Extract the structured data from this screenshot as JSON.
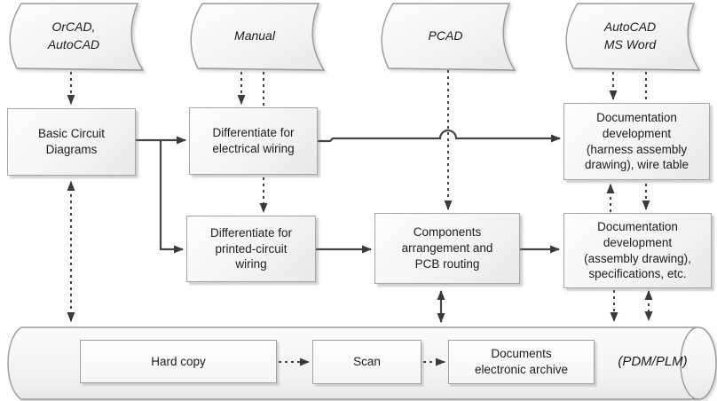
{
  "sources": [
    {
      "label": "OrCAD,\nAutoCAD"
    },
    {
      "label": "Manual"
    },
    {
      "label": "PCAD"
    },
    {
      "label": "AutoCAD\nMS Word"
    }
  ],
  "processes": {
    "basic_circuit": "Basic Circuit\nDiagrams",
    "diff_electrical": "Differentiate for\nelectrical wiring",
    "doc_harness": "Documentation\ndevelopment\n(harness assembly\ndrawing), wire table",
    "diff_printed": "Differentiate for\nprinted-circuit\nwiring",
    "components": "Components\narrangement and\nPCB routing",
    "doc_assembly": "Documentation\ndevelopment\n(assembly drawing),\nspecifications, etc."
  },
  "archive": {
    "hard_copy": "Hard copy",
    "scan": "Scan",
    "electronic_archive": "Documents\nelectronic archive",
    "pdm_plm": "(PDM/PLM)"
  },
  "colors": {
    "connector": "#454545",
    "arrowhead": "#3a3a3a",
    "shape_border": "#9a9a9a",
    "box_border": "#a5a5a5",
    "text": "#1c1c1c"
  }
}
